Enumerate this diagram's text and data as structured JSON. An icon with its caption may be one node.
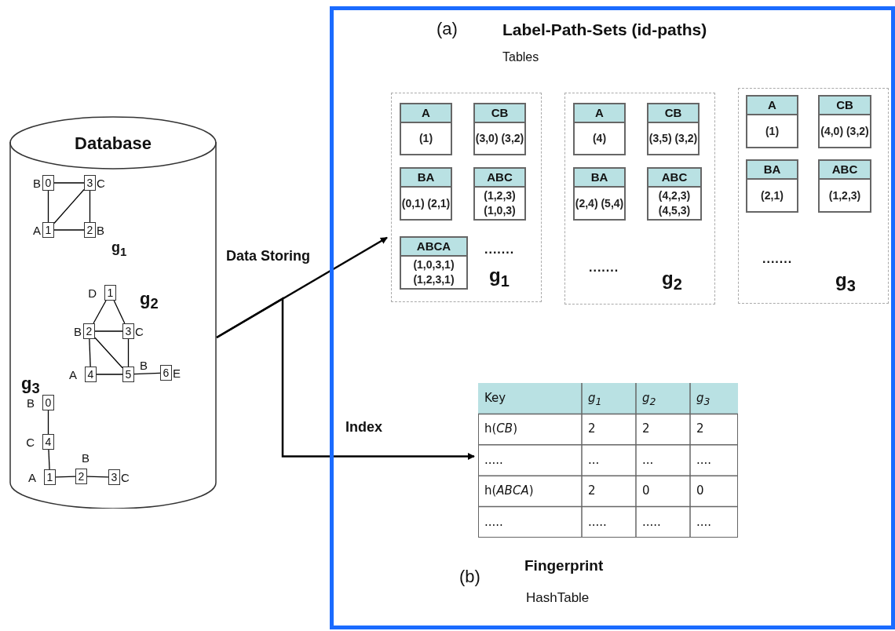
{
  "diagram": {
    "nodes": [
      {
        "text": [
          "Database"
        ]
      },
      {
        "text": [
          "0"
        ],
        "beside": [
          "B"
        ],
        "in": 0
      },
      {
        "text": [
          "3"
        ],
        "beside": [
          "C"
        ],
        "in": 0
      },
      {
        "text": [
          "1"
        ],
        "beside": [
          "A"
        ],
        "in": 0
      },
      {
        "text": [
          "2"
        ],
        "beside": [
          "B"
        ],
        "in": 0
      },
      {
        "text": [
          "1"
        ],
        "beside": [
          "D"
        ],
        "in": 0
      },
      {
        "text": [
          "2"
        ],
        "beside": [
          "B"
        ],
        "in": 0
      },
      {
        "text": [
          "3"
        ],
        "beside": [
          "C"
        ],
        "in": 0
      },
      {
        "text": [
          "4"
        ],
        "beside": [
          "A"
        ],
        "in": 0
      },
      {
        "text": [
          "5"
        ],
        "beside": [
          "B"
        ],
        "in": 0
      },
      {
        "text": [
          "6"
        ],
        "beside": [
          "E"
        ],
        "in": 0
      },
      {
        "text": [
          "0"
        ],
        "beside": [
          "B"
        ],
        "in": 0
      },
      {
        "text": [
          "4"
        ],
        "beside": [
          "C"
        ],
        "in": 0
      },
      {
        "text": [
          "1"
        ],
        "beside": [
          "A"
        ],
        "in": 0
      },
      {
        "text": [
          "2"
        ],
        "beside": [
          "B"
        ],
        "in": 0
      },
      {
        "text": [
          "3"
        ],
        "beside": [
          "C"
        ],
        "in": 0
      },
      {
        "text": [],
        "shape": "box"
      },
      {
        "text": [
          ".......",
          "g$_{1}$"
        ],
        "in": 16
      },
      {
        "text": [
          "A",
          "(1)"
        ],
        "in": 17
      },
      {
        "text": [
          "CB",
          "(3,0) (3,2)"
        ],
        "in": 17
      },
      {
        "text": [
          "BA",
          "(0,1) (2,1)"
        ],
        "in": 17
      },
      {
        "text": [
          "ABC",
          "(1,2,3) (1,0,3)"
        ],
        "in": 17
      },
      {
        "text": [
          "ABCA",
          "(1,0,3,1) (1,2,3,1)"
        ],
        "in": 17
      },
      {
        "text": [
          ".......",
          "g$_{2}$"
        ],
        "in": 16
      },
      {
        "text": [
          "A",
          "(4)"
        ],
        "in": 23
      },
      {
        "text": [
          "CB",
          "(3,5) (3,2)"
        ],
        "in": 23
      },
      {
        "text": [
          "BA",
          "(2,4) (5,4)"
        ],
        "in": 23
      },
      {
        "text": [
          "ABC",
          "(4,2,3) (4,5,3)"
        ],
        "in": 23
      },
      {
        "text": [
          ".......",
          "g$_{3}$"
        ],
        "in": 16
      },
      {
        "text": [
          "A",
          "(1)"
        ],
        "in": 28
      },
      {
        "text": [
          "CB",
          "(4,0) (3,2)"
        ],
        "in": 28
      },
      {
        "text": [
          "BA",
          "(2,1)"
        ],
        "in": 28
      },
      {
        "text": [
          "ABC",
          "(1,2,3)"
        ],
        "in": 28
      },
      {
        "text": [],
        "shape": "box",
        "in": 16
      }
    ],
    "edges": [
      {
        "from": 0,
        "to": 17,
        "arrow": "to",
        "label": "Data Storing"
      },
      {
        "from": 0,
        "to": 33,
        "arrow": "to",
        "label": "Index"
      },
      {
        "from": 1,
        "to": 2,
        "arrow": "none"
      },
      {
        "from": 1,
        "to": 3,
        "arrow": "none"
      },
      {
        "from": 3,
        "to": 2,
        "arrow": "none"
      },
      {
        "from": 3,
        "to": 4,
        "arrow": "none"
      },
      {
        "from": 2,
        "to": 4,
        "arrow": "none"
      },
      {
        "from": 5,
        "to": 6,
        "arrow": "none"
      },
      {
        "from": 5,
        "to": 7,
        "arrow": "none"
      },
      {
        "from": 6,
        "to": 7,
        "arrow": "none"
      },
      {
        "from": 6,
        "to": 8,
        "arrow": "none"
      },
      {
        "from": 6,
        "to": 9,
        "arrow": "none"
      },
      {
        "from": 8,
        "to": 9,
        "arrow": "none"
      },
      {
        "from": 7,
        "to": 9,
        "arrow": "none"
      },
      {
        "from": 9,
        "to": 10,
        "arrow": "none"
      },
      {
        "from": 11,
        "to": 12,
        "arrow": "none"
      },
      {
        "from": 12,
        "to": 13,
        "arrow": "none"
      },
      {
        "from": 13,
        "to": 14,
        "arrow": "none"
      },
      {
        "from": 14,
        "to": 15,
        "arrow": "none"
      }
    ],
    "labels": [
      "g$_{1}$",
      "g$_{2}$",
      "g$_{3}$",
      "(a)",
      "Label-Path-Sets (id-paths)",
      "Tables",
      "Key",
      "g$_{1}$",
      "g$_{2}$",
      "g$_{3}$",
      "h(*CB*)",
      "2",
      "2",
      "2",
      ".....",
      "...",
      "...",
      "....",
      "h(*ABCA*)",
      "2",
      "0",
      "0",
      ".....",
      ".....",
      ".....",
      "....",
      "(b)",
      "Fingerprint",
      "HashTable"
    ]
  }
}
